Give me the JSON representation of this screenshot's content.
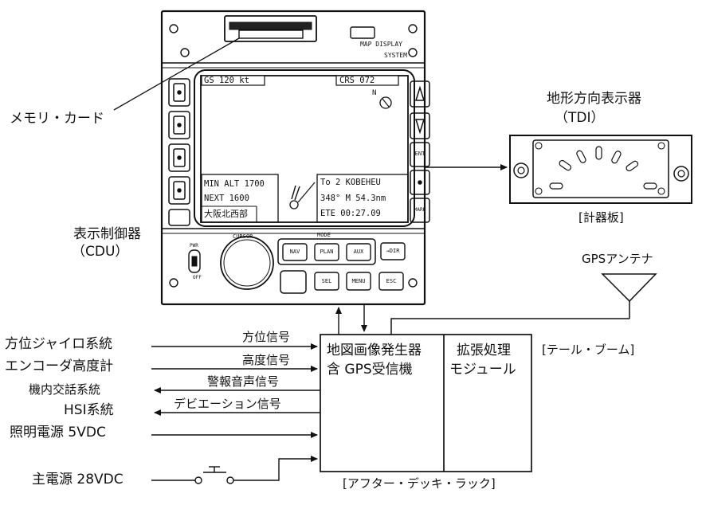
{
  "labels": {
    "memory_card": "メモリ・カード",
    "tdi_title": "地形方向表示器",
    "tdi_abbr": "（TDI）",
    "instrument_panel": "[計器板]",
    "cdu_title": "表示制御器",
    "cdu_abbr": "（CDU）",
    "gps_antenna": "GPSアンテナ",
    "tail_boom": "[テール・ブーム]",
    "after_deck": "[アフター・デッキ・ラック]"
  },
  "cdu_panel": {
    "brand_line1": "MAP DISPLAY",
    "brand_line2": "SYSTEM",
    "gs": "GS 120 kt",
    "crs": "CRS 072",
    "north": "N",
    "min_alt": "MIN ALT  1700",
    "next": "NEXT     1600",
    "place": "大阪北西部",
    "to_line": "To 2 KOBEHEU",
    "bearing_line": "348° M 54.3nm",
    "ete_line": "ETE 00:27.09",
    "cursor_label": "CURSOR",
    "mode_label": "MODE",
    "pwr_label": "PWR",
    "off_label": "OFF",
    "key_nav": "NAV",
    "key_plan": "PLAN",
    "key_aux": "AUX",
    "key_sel": "SEL",
    "key_menu": "MENU",
    "key_esc": "ESC",
    "key_dir": "→DIR",
    "key_ent": "ENT",
    "key_mark": "MARK"
  },
  "inputs": [
    {
      "source": "方位ジャイロ系統",
      "signal": "方位信号"
    },
    {
      "source": "エンコーダ高度計",
      "signal": "高度信号"
    },
    {
      "source": "機内交話系統",
      "signal": "警報音声信号"
    },
    {
      "source": "HSI系統",
      "signal": "デビエーション信号"
    },
    {
      "source": "照明電源 5VDC",
      "signal": ""
    },
    {
      "source": "主電源 28VDC",
      "signal": ""
    }
  ],
  "unit": {
    "main_line1": "地図画像発生器",
    "main_line2": "含 GPS受信機",
    "ext_line1": "拡張処理",
    "ext_line2": "モジュール"
  }
}
